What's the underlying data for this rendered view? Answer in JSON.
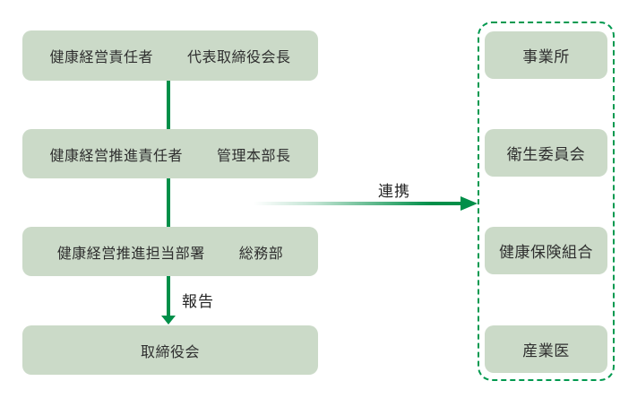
{
  "diagram": {
    "type": "organization-structure",
    "colors": {
      "box_fill": "#cbdac8",
      "arrow_green": "#008f49",
      "dashed_border_green": "#00994f",
      "text": "#2e2e2e",
      "background": "#ffffff"
    },
    "left_column": {
      "boxes": [
        {
          "role": "健康経営責任者",
          "title": "代表取締役会長"
        },
        {
          "role": "健康経営推進責任者",
          "title": "管理本部長"
        },
        {
          "role": "健康経営推進担当部署",
          "title": "総務部"
        },
        {
          "role": "取締役会",
          "title": ""
        }
      ]
    },
    "right_panel": {
      "items": [
        {
          "label": "事業所"
        },
        {
          "label": "衛生委員会"
        },
        {
          "label": "健康保険組合"
        },
        {
          "label": "産業医"
        }
      ]
    },
    "connectors": {
      "report_arrow_label": "報告",
      "collaboration_arrow_label": "連携"
    }
  }
}
